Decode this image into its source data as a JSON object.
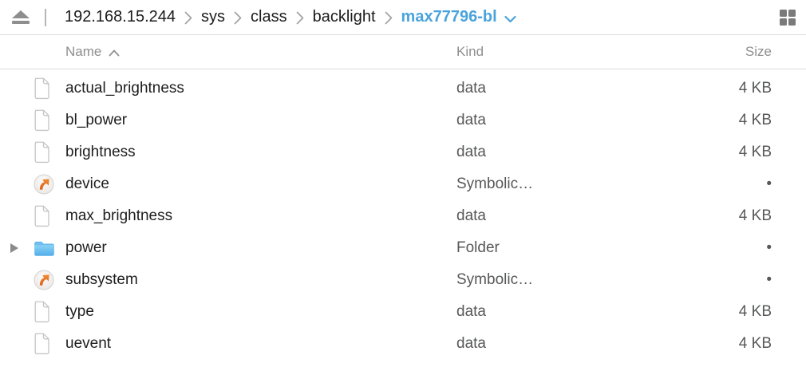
{
  "toolbar": {
    "breadcrumb": {
      "items": [
        "192.168.15.244",
        "sys",
        "class",
        "backlight"
      ],
      "current": "max77796-bl"
    },
    "icons": {
      "eject": "eject-icon",
      "breadcrumb_separator": "chevron-right-icon",
      "current_dropdown": "chevron-down-icon",
      "view_toggle": "grid-view-icon"
    }
  },
  "table": {
    "columns": {
      "name": "Name",
      "kind": "Kind",
      "size": "Size"
    },
    "sort": {
      "column": "Name",
      "direction": "ascending",
      "icon": "chevron-up-icon"
    },
    "rows": [
      {
        "name": "actual_brightness",
        "kind": "data",
        "size": "4 KB",
        "icon": "document"
      },
      {
        "name": "bl_power",
        "kind": "data",
        "size": "4 KB",
        "icon": "document"
      },
      {
        "name": "brightness",
        "kind": "data",
        "size": "4 KB",
        "icon": "document"
      },
      {
        "name": "device",
        "kind": "Symbolic…",
        "size": "•",
        "icon": "symlink"
      },
      {
        "name": "max_brightness",
        "kind": "data",
        "size": "4 KB",
        "icon": "document"
      },
      {
        "name": "power",
        "kind": "Folder",
        "size": "•",
        "icon": "folder",
        "expandable": true
      },
      {
        "name": "subsystem",
        "kind": "Symbolic…",
        "size": "•",
        "icon": "symlink"
      },
      {
        "name": "type",
        "kind": "data",
        "size": "4 KB",
        "icon": "document"
      },
      {
        "name": "uevent",
        "kind": "data",
        "size": "4 KB",
        "icon": "document"
      }
    ]
  },
  "colors": {
    "accent_blue": "#4aa3dc",
    "folder_blue": "#60b9ed",
    "symlink_arrow_orange": "#e87a2e",
    "row_text": "#1d1d1f",
    "secondary_text": "#57585a",
    "header_text": "#8e8e8e"
  }
}
